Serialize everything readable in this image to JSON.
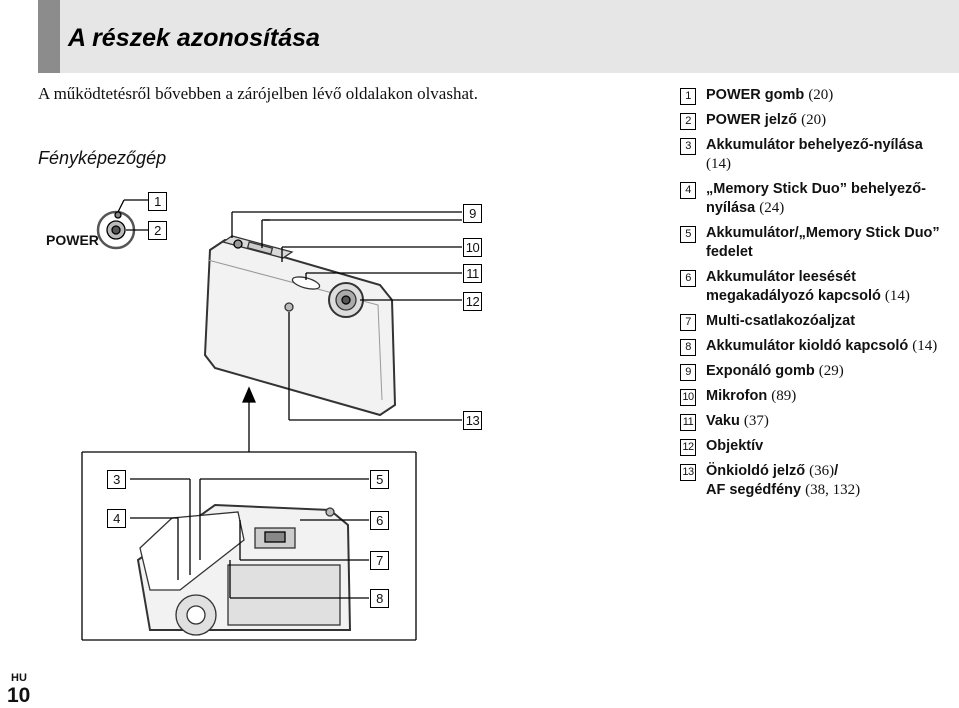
{
  "header": {
    "title": "A részek azonosítása"
  },
  "intro": "A működtetésről bővebben a zárójelben lévő oldalakon olvashat.",
  "camera_heading": "Fényképezőgép",
  "figure": {
    "power_label": "POWER",
    "callouts": [
      "1",
      "2",
      "3",
      "4",
      "5",
      "6",
      "7",
      "8",
      "9",
      "10",
      "11",
      "12",
      "13"
    ]
  },
  "legend": [
    {
      "num": "1",
      "text": "POWER gomb",
      "page": "(20)"
    },
    {
      "num": "2",
      "text": "POWER jelző",
      "page": "(20)"
    },
    {
      "num": "3",
      "text": "Akkumulátor behelyező-nyílása",
      "page": "(14)"
    },
    {
      "num": "4",
      "text": "„Memory Stick Duo” behelyező-nyílása",
      "page": "(24)"
    },
    {
      "num": "5",
      "text": "Akkumulátor/„Memory Stick Duo” fedelet",
      "page": ""
    },
    {
      "num": "6",
      "text": "Akkumulátor leesését megakadályozó kapcsoló",
      "page": "(14)"
    },
    {
      "num": "7",
      "text": "Multi-csatlakozóaljzat",
      "page": ""
    },
    {
      "num": "8",
      "text": "Akkumulátor kioldó kapcsoló",
      "page": "(14)"
    },
    {
      "num": "9",
      "text": "Exponáló gomb",
      "page": "(29)"
    },
    {
      "num": "10",
      "text": "Mikrofon",
      "page": "(89)"
    },
    {
      "num": "11",
      "text": "Vaku",
      "page": "(37)"
    },
    {
      "num": "12",
      "text": "Objektív",
      "page": ""
    },
    {
      "num": "13",
      "text": "Önkioldó jelző",
      "page": "(36)",
      "suffix": "/",
      "text2": "AF segédfény",
      "page2": "(38, 132)"
    }
  ],
  "footer": {
    "lang": "HU",
    "page_number": "10"
  }
}
